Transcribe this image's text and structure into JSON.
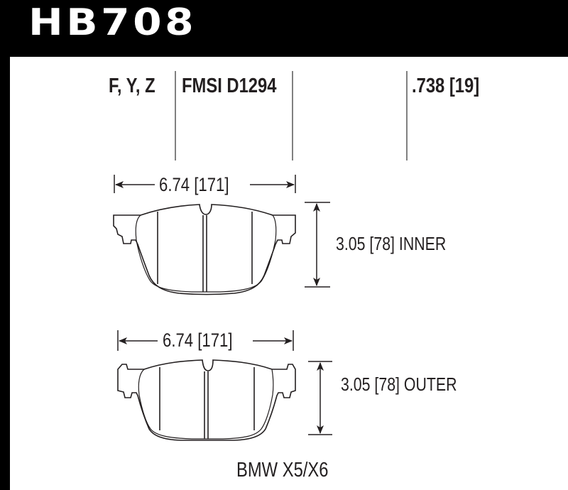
{
  "header": {
    "part_number": "HB708",
    "background_color": "#000000",
    "text_color": "#ffffff"
  },
  "specs": {
    "compounds": "F, Y, Z",
    "fmsi": "FMSI D1294",
    "thickness": ".738 [19]"
  },
  "inner_pad": {
    "width_label": "6.74 [171]",
    "height_label": "3.05 [78] INNER"
  },
  "outer_pad": {
    "width_label": "6.74 [171]",
    "height_label": "3.05 [78] OUTER"
  },
  "application": {
    "vehicle": "BMW X5/X6"
  },
  "colors": {
    "ink": "#231f20",
    "divider": "#808080",
    "paper": "#ffffff"
  }
}
